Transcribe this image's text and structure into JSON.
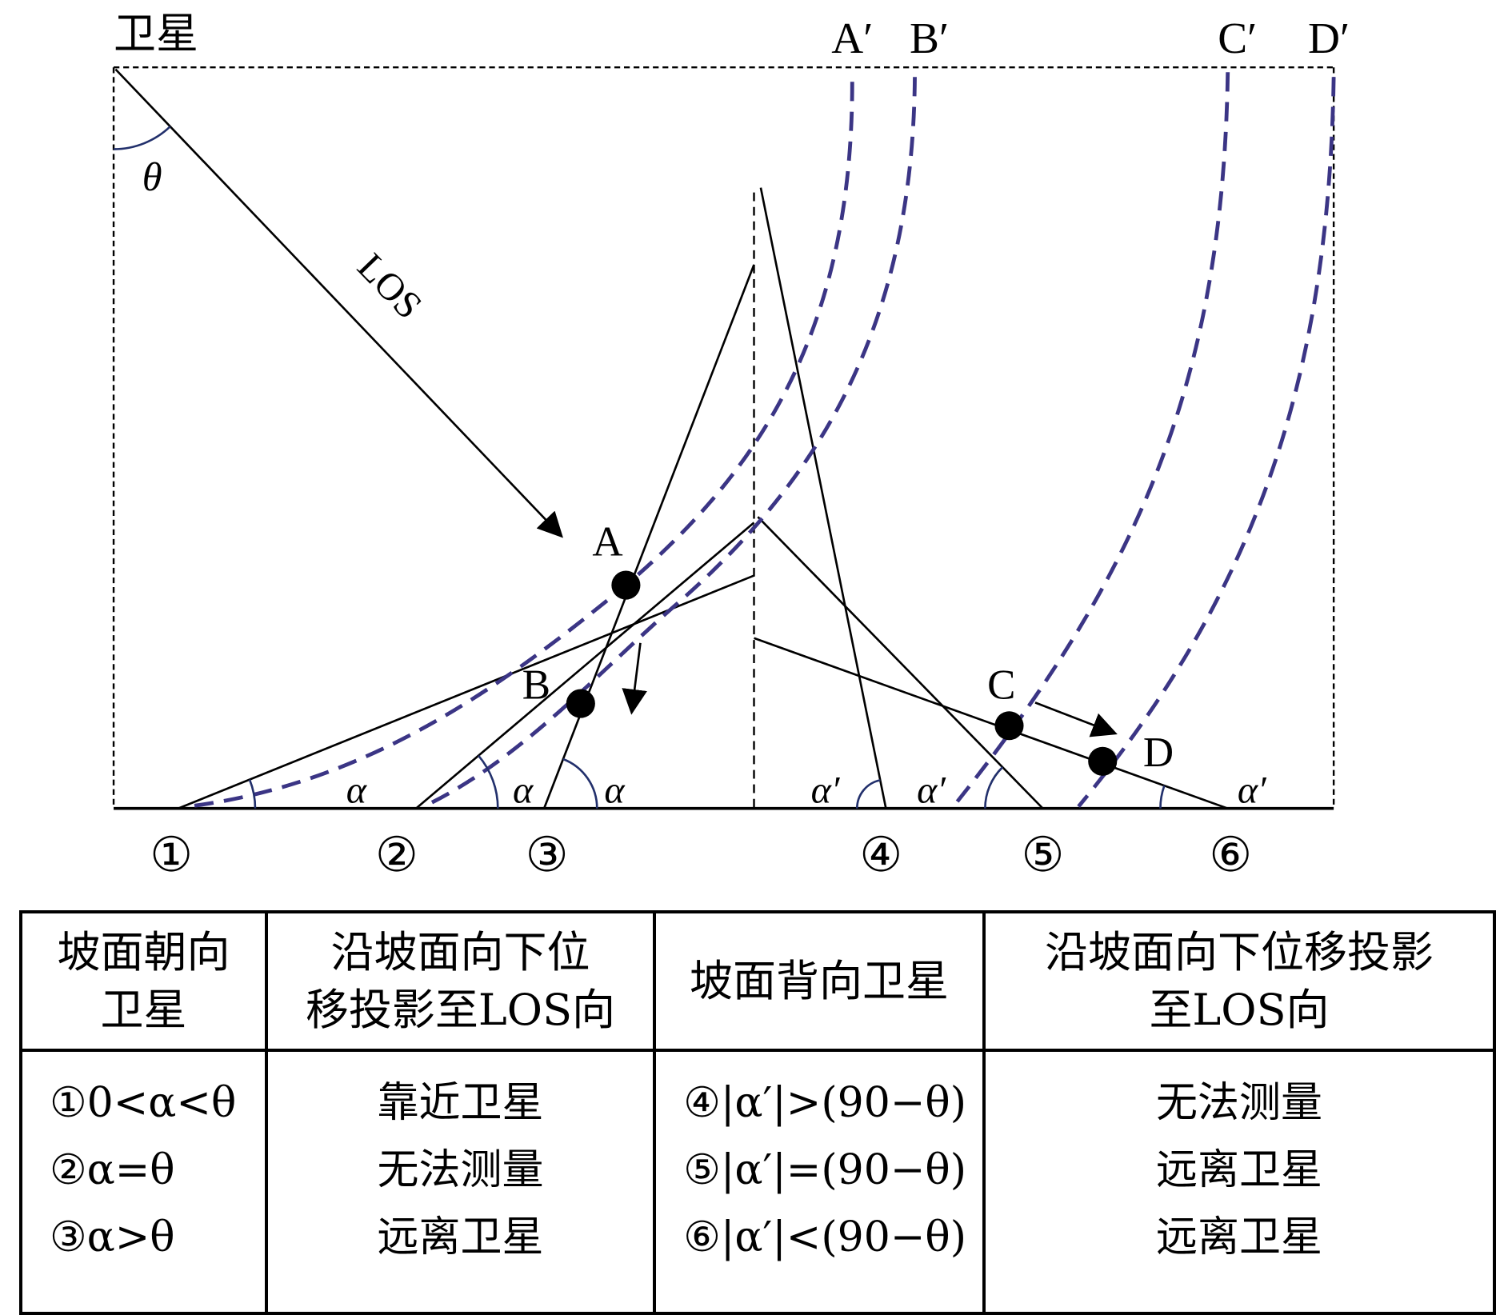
{
  "diagram": {
    "satellite_label": "卫星",
    "theta_label": "θ",
    "los_label": "LOS",
    "curve_labels": {
      "a": "A′",
      "b": "B′",
      "c": "C′",
      "d": "D′"
    },
    "point_labels": {
      "a": "A",
      "b": "B",
      "c": "C",
      "d": "D"
    },
    "slope_angle_labels": [
      "α",
      "α",
      "α",
      "α′",
      "α′",
      "α′"
    ],
    "slope_numbers": [
      "①",
      "②",
      "③",
      "④",
      "⑤",
      "⑥"
    ],
    "colors": {
      "image_curve": "#3b3585",
      "angle_arc": "#22306c",
      "line": "#000000"
    }
  },
  "table": {
    "headers": [
      {
        "lines": [
          "坡面朝向",
          "卫星"
        ]
      },
      {
        "lines": [
          "沿坡面向下位",
          "移投影至LOS向"
        ]
      },
      {
        "lines": [
          "坡面背向卫星"
        ]
      },
      {
        "lines": [
          "沿坡面向下位移投影",
          "至LOS向"
        ]
      }
    ],
    "body": [
      {
        "lines": [
          "①0<α<θ",
          "②α=θ",
          "③α>θ"
        ]
      },
      {
        "lines": [
          "靠近卫星",
          "无法测量",
          "远离卫星"
        ]
      },
      {
        "lines": [
          "④|α′|>(90−θ)",
          "⑤|α′|=(90−θ)",
          "⑥|α′|<(90−θ)"
        ]
      },
      {
        "lines": [
          "无法测量",
          "远离卫星",
          "远离卫星"
        ]
      }
    ]
  }
}
